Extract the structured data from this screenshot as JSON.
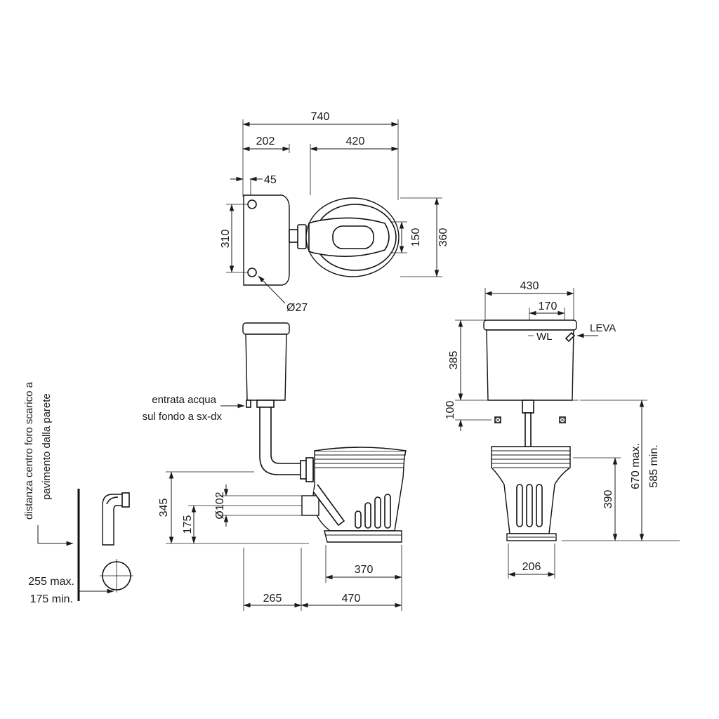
{
  "top_view": {
    "dim_740": "740",
    "dim_202": "202",
    "dim_420": "420",
    "dim_45": "45",
    "dim_310": "310",
    "dim_150": "150",
    "dim_360": "360",
    "dim_hole": "Ø27"
  },
  "side_view": {
    "water_inlet_line1": "entrata acqua",
    "water_inlet_line2": "sul fondo a sx-dx",
    "dim_345": "345",
    "dim_175": "175",
    "dim_outlet": "Ø102",
    "dim_370": "370",
    "dim_265": "265",
    "dim_470": "470"
  },
  "front_view": {
    "dim_430": "430",
    "dim_170": "170",
    "wl": "WL",
    "leva": "LEVA",
    "dim_385": "385",
    "dim_100": "100",
    "dim_390": "390",
    "dim_670": "670 max.",
    "dim_585": "585 min.",
    "dim_206": "206"
  },
  "outlet_detail": {
    "vertical_line1": "distanza centro foro scarico a",
    "vertical_line2": "pavimento dalla parete",
    "dim_max": "255 max.",
    "dim_min": "175 min."
  }
}
